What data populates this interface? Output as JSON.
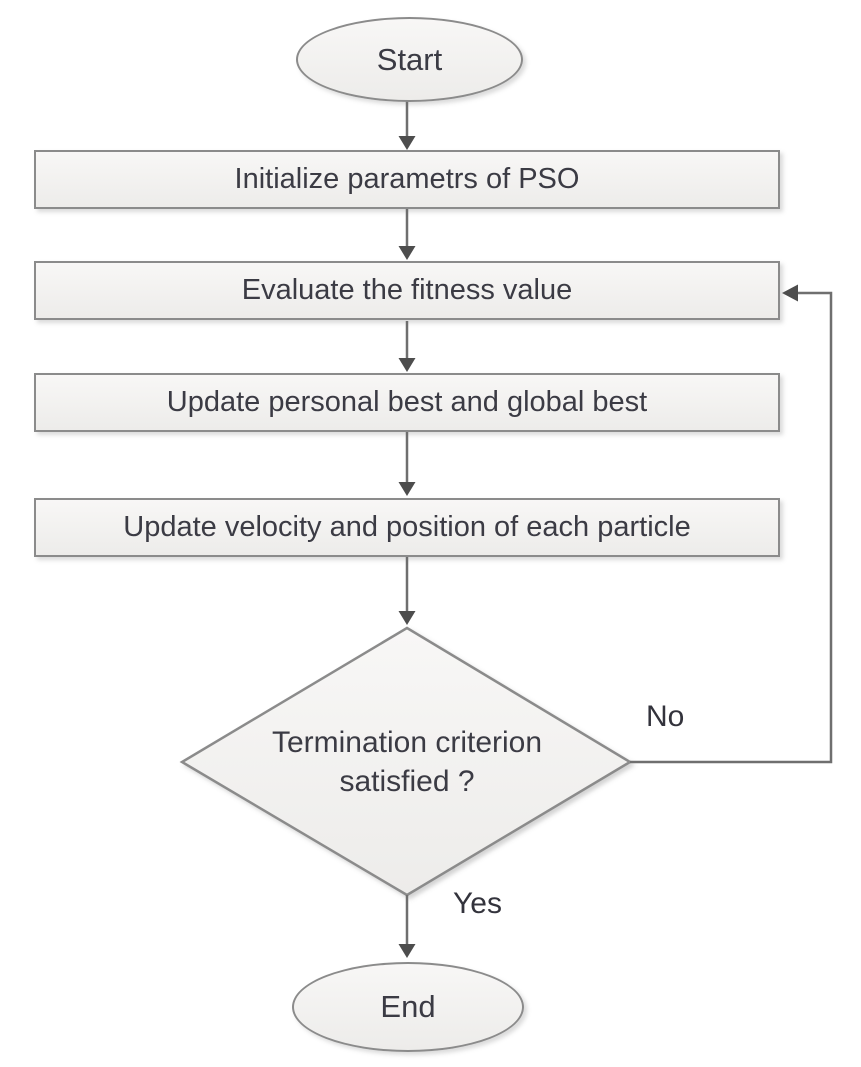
{
  "diagram": {
    "type": "flowchart",
    "nodes": {
      "start": {
        "label": "Start",
        "shape": "terminator"
      },
      "step1": {
        "label": "Initialize parametrs of PSO",
        "shape": "process"
      },
      "step2": {
        "label": "Evaluate the fitness value",
        "shape": "process"
      },
      "step3": {
        "label": "Update personal best and global best",
        "shape": "process"
      },
      "step4": {
        "label": "Update velocity and position of each particle",
        "shape": "process"
      },
      "decision": {
        "label": "Termination criterion satisfied ?",
        "shape": "decision"
      },
      "end": {
        "label": "End",
        "shape": "terminator"
      }
    },
    "edges": {
      "no_label": "No",
      "yes_label": "Yes"
    },
    "colors": {
      "shape_fill_top": "#f8f7f6",
      "shape_fill_bottom": "#edecea",
      "shape_border": "#8b8b8b",
      "connector": "#6f6f6f",
      "arrowhead": "#4d4d4d",
      "text": "#3b3b44",
      "background": "#ffffff"
    }
  }
}
